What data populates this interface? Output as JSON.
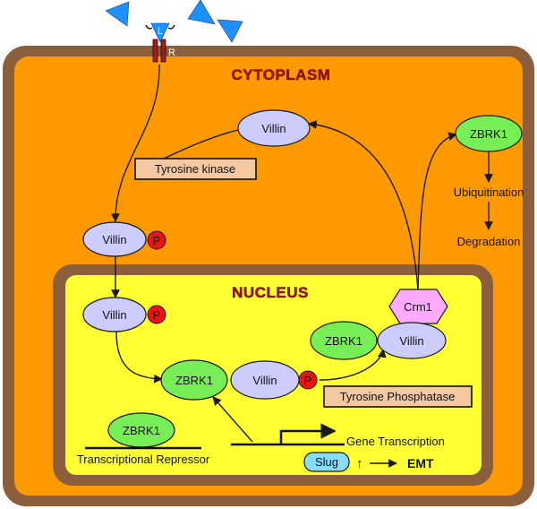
{
  "compartments": {
    "cytoplasm_label": "CYTOPLASM",
    "nucleus_label": "NUCLEUS"
  },
  "receptor": {
    "ligand_label": "L",
    "receptor_label": "R"
  },
  "nodes": {
    "villin_cytoplasm": "Villin",
    "villin_p_cytoplasm": "Villin",
    "villin_p_nucleus": "Villin",
    "zbrk1_complex": "ZBRK1",
    "villin_complex": "Villin",
    "zbrk1_crm1_complex": "ZBRK1",
    "villin_crm1_complex": "Villin",
    "crm1": "Crm1",
    "zbrk1_cytoplasm": "ZBRK1",
    "zbrk1_repressor": "ZBRK1",
    "slug": "Slug",
    "phospho": "P"
  },
  "boxes": {
    "tyrosine_kinase": "Tyrosine kinase",
    "tyrosine_phosphatase": "Tyrosine Phosphatase"
  },
  "text": {
    "ubiquitination": "Ubiquitination",
    "degradation": "Degradation",
    "transcriptional_repressor": "Transcriptional Repressor",
    "gene_transcription": "Gene Transcription",
    "up_arrow": "↑",
    "emt": "EMT"
  },
  "colors": {
    "cell_border": "#8b5e3c",
    "cytoplasm": "#ff9900",
    "nucleus": "#ffff33",
    "villin": "#ccccff",
    "zbrk1": "#77ee55",
    "phospho": "#ee1111",
    "crm1": "#ffaaff",
    "slug": "#88ddff",
    "box": "#f4c9a2",
    "ligand": "#1e90ff"
  }
}
